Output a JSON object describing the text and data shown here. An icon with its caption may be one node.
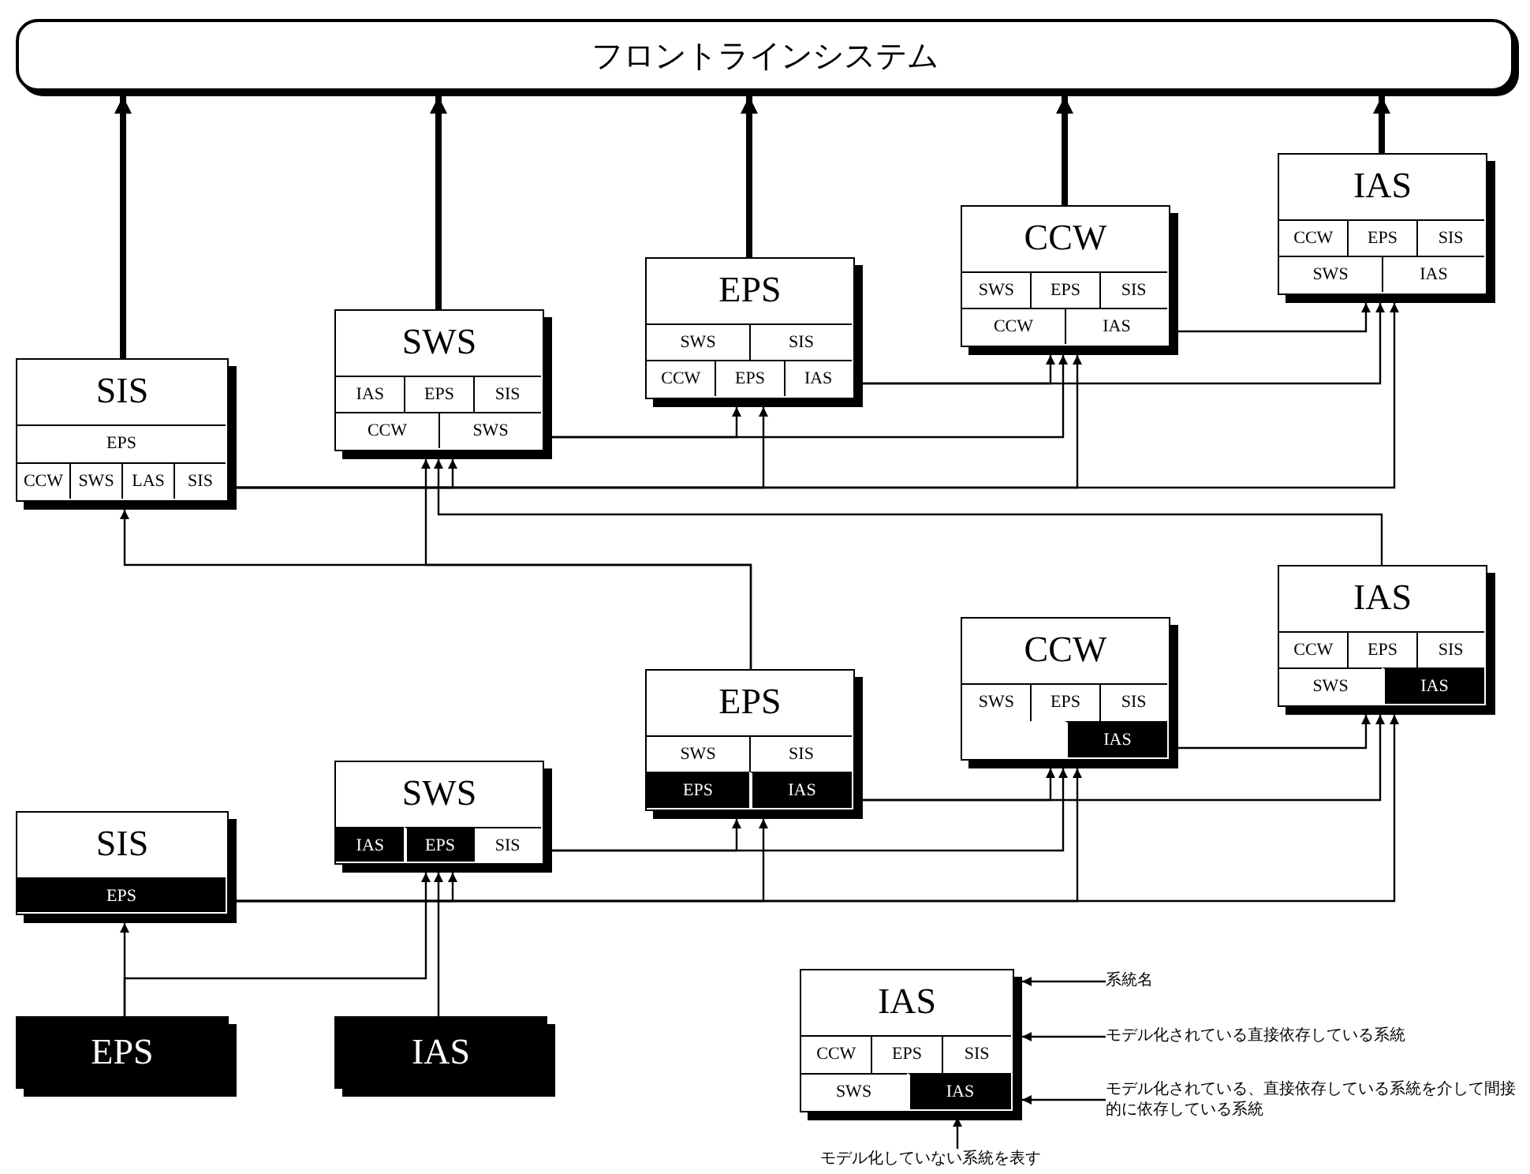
{
  "diagram": {
    "nodes": [
      {
        "text": [
          "フロントラインシステム"
        ]
      },
      {
        "text": [
          "SIS"
        ]
      },
      {
        "text": [
          "EPS"
        ],
        "in": 1
      },
      {
        "text": [
          "CCW"
        ],
        "in": 1
      },
      {
        "text": [
          "SWS"
        ],
        "in": 1
      },
      {
        "text": [
          "LAS"
        ],
        "in": 1
      },
      {
        "text": [
          "SIS"
        ],
        "in": 1
      },
      {
        "text": [
          "SWS"
        ]
      },
      {
        "text": [
          "IAS"
        ],
        "in": 7
      },
      {
        "text": [
          "EPS"
        ],
        "in": 7
      },
      {
        "text": [
          "SIS"
        ],
        "in": 7
      },
      {
        "text": [
          "CCW"
        ],
        "in": 7
      },
      {
        "text": [
          "SWS"
        ],
        "in": 7
      },
      {
        "text": [
          "EPS"
        ]
      },
      {
        "text": [
          "SWS"
        ],
        "in": 13
      },
      {
        "text": [
          "SIS"
        ],
        "in": 13
      },
      {
        "text": [
          "CCW"
        ],
        "in": 13
      },
      {
        "text": [
          "EPS"
        ],
        "in": 13
      },
      {
        "text": [
          "IAS"
        ],
        "in": 13
      },
      {
        "text": [
          "CCW"
        ]
      },
      {
        "text": [
          "SWS"
        ],
        "in": 19
      },
      {
        "text": [
          "EPS"
        ],
        "in": 19
      },
      {
        "text": [
          "SIS"
        ],
        "in": 19
      },
      {
        "text": [
          "CCW"
        ],
        "in": 19
      },
      {
        "text": [
          "IAS"
        ],
        "in": 19
      },
      {
        "text": [
          "IAS"
        ]
      },
      {
        "text": [
          "CCW"
        ],
        "in": 25
      },
      {
        "text": [
          "EPS"
        ],
        "in": 25
      },
      {
        "text": [
          "SIS"
        ],
        "in": 25
      },
      {
        "text": [
          "SWS"
        ],
        "in": 25
      },
      {
        "text": [
          "IAS"
        ],
        "in": 25
      },
      {
        "text": [
          "SIS"
        ]
      },
      {
        "text": [
          "EPS"
        ],
        "in": 31
      },
      {
        "text": [
          "SWS"
        ]
      },
      {
        "text": [
          "IAS"
        ],
        "in": 33
      },
      {
        "text": [
          "EPS"
        ],
        "in": 33
      },
      {
        "text": [
          "SIS"
        ],
        "in": 33
      },
      {
        "text": [
          "EPS"
        ]
      },
      {
        "text": [
          "SWS"
        ],
        "in": 37
      },
      {
        "text": [
          "SIS"
        ],
        "in": 37
      },
      {
        "text": [
          "EPS"
        ],
        "in": 37
      },
      {
        "text": [
          "IAS"
        ],
        "in": 37
      },
      {
        "text": [
          "CCW"
        ]
      },
      {
        "text": [
          "SWS"
        ],
        "in": 42
      },
      {
        "text": [
          "EPS"
        ],
        "in": 42
      },
      {
        "text": [
          "SIS"
        ],
        "in": 42
      },
      {
        "text": [
          "IAS"
        ],
        "in": 42
      },
      {
        "text": [
          "IAS"
        ]
      },
      {
        "text": [
          "CCW"
        ],
        "in": 47
      },
      {
        "text": [
          "EPS"
        ],
        "in": 47
      },
      {
        "text": [
          "SIS"
        ],
        "in": 47
      },
      {
        "text": [
          "SWS"
        ],
        "in": 47
      },
      {
        "text": [
          "IAS"
        ],
        "in": 47
      },
      {
        "text": [
          "EPS"
        ]
      },
      {
        "text": [
          "IAS"
        ]
      },
      {
        "text": [
          "IAS"
        ]
      },
      {
        "text": [
          "CCW"
        ],
        "in": 55
      },
      {
        "text": [
          "EPS"
        ],
        "in": 55
      },
      {
        "text": [
          "SIS"
        ],
        "in": 55
      },
      {
        "text": [
          "SWS"
        ],
        "in": 55
      },
      {
        "text": [
          "IAS"
        ],
        "in": 55
      },
      {
        "text": [
          "系統名"
        ]
      },
      {
        "text": [
          "モデル化されている直接依存している系統"
        ]
      },
      {
        "text": [
          "モデル化されている、直接依存している系統を介して間接的に依存している系統"
        ]
      },
      {
        "text": [
          "モデル化していない系統を表す"
        ]
      }
    ],
    "edges": [
      {
        "from": 1,
        "to": 0,
        "arrow": "to",
        "style": "thick"
      },
      {
        "from": 7,
        "to": 0,
        "arrow": "to",
        "style": "thick"
      },
      {
        "from": 13,
        "to": 0,
        "arrow": "to",
        "style": "thick"
      },
      {
        "from": 19,
        "to": 0,
        "arrow": "to",
        "style": "thick"
      },
      {
        "from": 25,
        "to": 0,
        "arrow": "to",
        "style": "thick"
      },
      {
        "from": 1,
        "to": 7,
        "arrow": "to"
      },
      {
        "from": 1,
        "to": 13,
        "arrow": "to"
      },
      {
        "from": 1,
        "to": 19,
        "arrow": "to"
      },
      {
        "from": 1,
        "to": 25,
        "arrow": "to"
      },
      {
        "from": 7,
        "to": 13,
        "arrow": "to"
      },
      {
        "from": 7,
        "to": 19,
        "arrow": "to"
      },
      {
        "from": 13,
        "to": 19,
        "arrow": "to"
      },
      {
        "from": 13,
        "to": 25,
        "arrow": "to"
      },
      {
        "from": 19,
        "to": 25,
        "arrow": "to"
      },
      {
        "from": 37,
        "to": 1,
        "arrow": "to"
      },
      {
        "from": 37,
        "to": 7,
        "arrow": "to"
      },
      {
        "from": 47,
        "to": 7,
        "arrow": "to"
      },
      {
        "from": 31,
        "to": 33,
        "arrow": "to"
      },
      {
        "from": 31,
        "to": 37,
        "arrow": "to"
      },
      {
        "from": 31,
        "to": 42,
        "arrow": "to"
      },
      {
        "from": 31,
        "to": 47,
        "arrow": "to"
      },
      {
        "from": 33,
        "to": 37,
        "arrow": "to"
      },
      {
        "from": 33,
        "to": 42,
        "arrow": "to"
      },
      {
        "from": 37,
        "to": 42,
        "arrow": "to"
      },
      {
        "from": 37,
        "to": 47,
        "arrow": "to"
      },
      {
        "from": 42,
        "to": 47,
        "arrow": "to"
      },
      {
        "from": 53,
        "to": 31,
        "arrow": "to"
      },
      {
        "from": 53,
        "to": 33,
        "arrow": "to"
      },
      {
        "from": 54,
        "to": 33,
        "arrow": "to"
      },
      {
        "from": 61,
        "to": 55,
        "arrow": "to"
      },
      {
        "from": 62,
        "to": 55,
        "arrow": "to"
      },
      {
        "from": 63,
        "to": 55,
        "arrow": "to"
      },
      {
        "from": 64,
        "to": 60,
        "arrow": "to"
      }
    ]
  }
}
